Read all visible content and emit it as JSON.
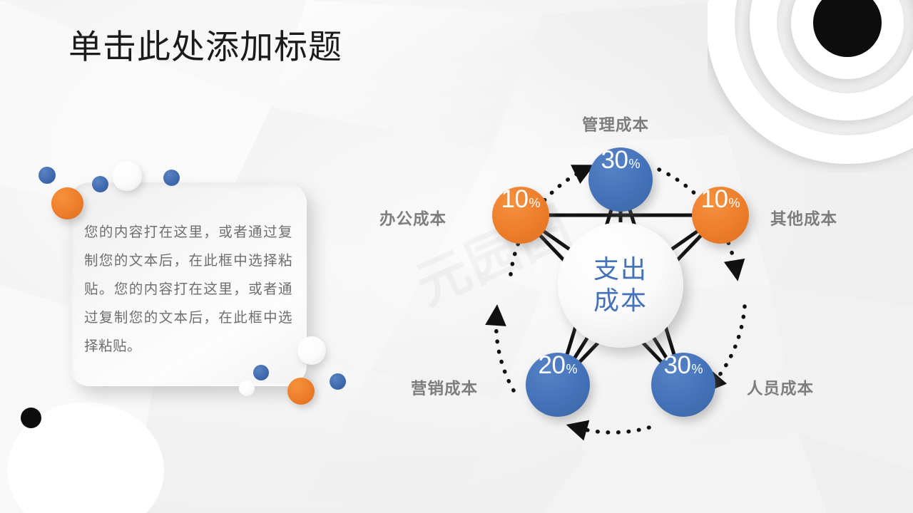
{
  "slide": {
    "title": "单击此处添加标题",
    "background_color": "#f4f4f4",
    "watermark_text": "元园图"
  },
  "text_card": {
    "body": "您的内容打在这里，或者通过复制您的文本后，在此框中选择粘贴。您的内容打在这里，或者通过复制您的文本后，在此框中选择粘贴。"
  },
  "colors": {
    "blue": "#4472b8",
    "orange": "#ed7d2b",
    "label_gray": "#7d7d7d",
    "body_gray": "#6e6e6e",
    "title_black": "#1b1b1b"
  },
  "chart_data": {
    "type": "pie",
    "title": "支出成本",
    "center_label_line1": "支出",
    "center_label_line2": "成本",
    "categories": [
      "管理成本",
      "其他成本",
      "人员成本",
      "营销成本",
      "办公成本"
    ],
    "values": [
      30,
      10,
      30,
      20,
      10
    ],
    "value_suffix": "%",
    "legend": "none",
    "nodes": [
      {
        "label": "管理成本",
        "value": "30",
        "suffix": "%",
        "color": "#4472b8",
        "position": "top"
      },
      {
        "label": "其他成本",
        "value": "10",
        "suffix": "%",
        "color": "#ed7d2b",
        "position": "right"
      },
      {
        "label": "人员成本",
        "value": "30",
        "suffix": "%",
        "color": "#4472b8",
        "position": "bottom-right"
      },
      {
        "label": "营销成本",
        "value": "20",
        "suffix": "%",
        "color": "#4472b8",
        "position": "bottom-left"
      },
      {
        "label": "办公成本",
        "value": "10",
        "suffix": "%",
        "color": "#ed7d2b",
        "position": "left"
      }
    ]
  },
  "decorations": {
    "corner_rings": "concentric-rings-with-black-core",
    "dots": [
      {
        "kind": "blue",
        "note": "above card left"
      },
      {
        "kind": "orange",
        "note": "card top-left large"
      },
      {
        "kind": "blue",
        "note": "above card mid"
      },
      {
        "kind": "white",
        "note": "above card white ring"
      },
      {
        "kind": "blue",
        "note": "above card right"
      },
      {
        "kind": "white",
        "note": "card bottom-right white"
      },
      {
        "kind": "blue",
        "note": "card bottom blue"
      },
      {
        "kind": "white",
        "note": "card bottom small white"
      },
      {
        "kind": "orange",
        "note": "card bottom orange"
      },
      {
        "kind": "blue",
        "note": "card bottom right blue"
      },
      {
        "kind": "black",
        "note": "bottom-left black dot"
      }
    ]
  }
}
